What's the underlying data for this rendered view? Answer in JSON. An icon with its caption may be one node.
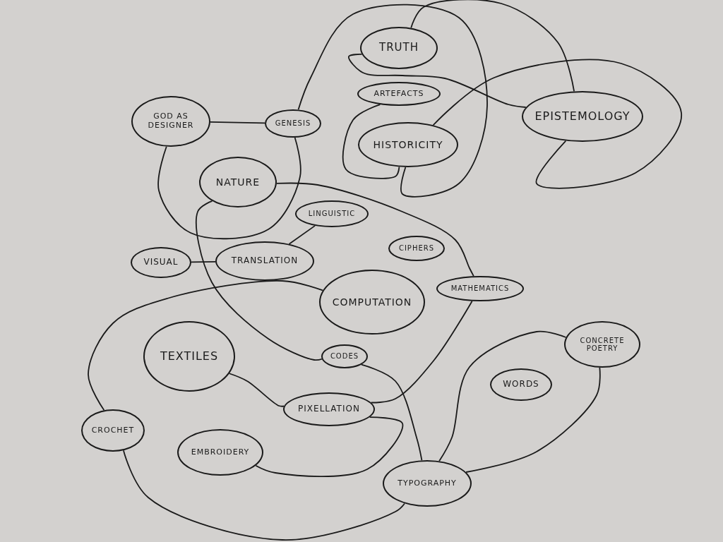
{
  "diagram": {
    "nodes": [
      {
        "text": [
          "TRUTH"
        ]
      },
      {
        "text": [
          "ARTEFACTS"
        ]
      },
      {
        "text": [
          "EPISTEMOLOGY"
        ]
      },
      {
        "text": [
          "GOD AS DESIGNER"
        ]
      },
      {
        "text": [
          "GENESIS"
        ]
      },
      {
        "text": [
          "HISTORICITY"
        ]
      },
      {
        "text": [
          "NATURE"
        ]
      },
      {
        "text": [
          "LINGUISTIC"
        ]
      },
      {
        "text": [
          "VISUAL"
        ]
      },
      {
        "text": [
          "TRANSLATION"
        ]
      },
      {
        "text": [
          "CIPHERS"
        ]
      },
      {
        "text": [
          "COMPUTATION"
        ]
      },
      {
        "text": [
          "MATHEMATICS"
        ]
      },
      {
        "text": [
          "TEXTILES"
        ]
      },
      {
        "text": [
          "CODES"
        ]
      },
      {
        "text": [
          "CONCRETE POETRY"
        ]
      },
      {
        "text": [
          "WORDS"
        ]
      },
      {
        "text": [
          "PIXELLATION"
        ]
      },
      {
        "text": [
          "CROCHET"
        ]
      },
      {
        "text": [
          "EMBROIDERY"
        ]
      },
      {
        "text": [
          "TYPOGRAPHY"
        ]
      }
    ],
    "edges": [
      {
        "from": 3,
        "to": 4,
        "arrow": "none"
      },
      {
        "from": 3,
        "to": 4,
        "arrow": "none"
      },
      {
        "from": 4,
        "to": 5,
        "arrow": "none"
      },
      {
        "from": 0,
        "to": 2,
        "arrow": "none"
      },
      {
        "from": 0,
        "to": 2,
        "arrow": "none"
      },
      {
        "from": 1,
        "to": 5,
        "arrow": "none"
      },
      {
        "from": 5,
        "to": 2,
        "arrow": "none"
      },
      {
        "from": 6,
        "to": 12,
        "arrow": "none"
      },
      {
        "from": 6,
        "to": 14,
        "arrow": "none"
      },
      {
        "from": 7,
        "to": 9,
        "arrow": "none"
      },
      {
        "from": 8,
        "to": 9,
        "arrow": "none"
      },
      {
        "from": 12,
        "to": 17,
        "arrow": "none"
      },
      {
        "from": 11,
        "to": 18,
        "arrow": "none"
      },
      {
        "from": 13,
        "to": 17,
        "arrow": "none"
      },
      {
        "from": 17,
        "to": 19,
        "arrow": "none"
      },
      {
        "from": 18,
        "to": 20,
        "arrow": "none"
      },
      {
        "from": 14,
        "to": 20,
        "arrow": "none"
      },
      {
        "from": 20,
        "to": 15,
        "arrow": "none"
      },
      {
        "from": 20,
        "to": 15,
        "arrow": "none"
      }
    ]
  }
}
